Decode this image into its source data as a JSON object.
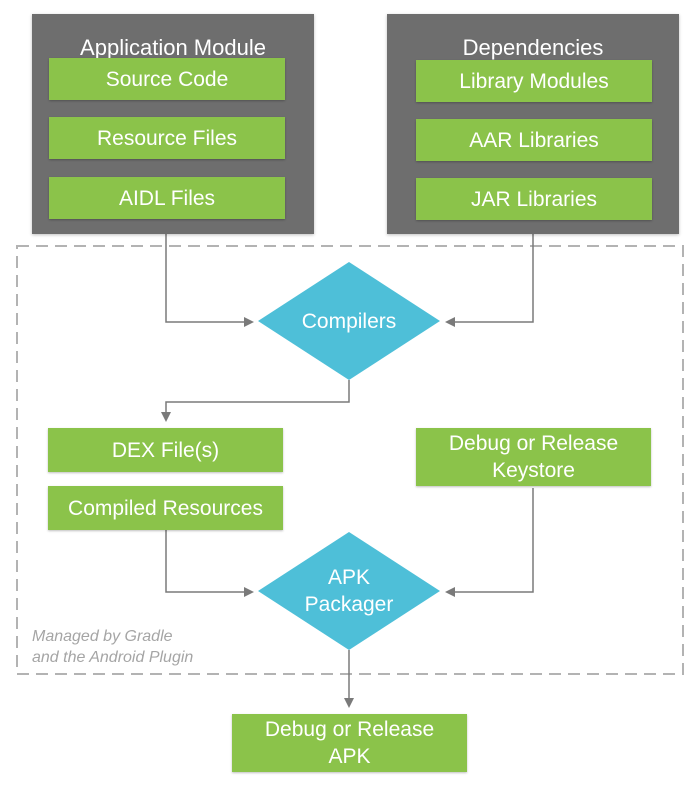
{
  "application_module": {
    "title": "Application Module",
    "items": [
      "Source Code",
      "Resource Files",
      "AIDL Files"
    ]
  },
  "dependencies": {
    "title": "Dependencies",
    "items": [
      "Library Modules",
      "AAR Libraries",
      "JAR Libraries"
    ]
  },
  "compilers": {
    "label": "Compilers"
  },
  "outputs": {
    "dex": "DEX File(s)",
    "compiled_resources": "Compiled Resources"
  },
  "keystore": {
    "line1": "Debug or Release",
    "line2": "Keystore"
  },
  "apk_packager": {
    "line1": "APK",
    "line2": "Packager"
  },
  "managed_note": {
    "line1": "Managed by Gradle",
    "line2": "and the Android Plugin"
  },
  "final_apk": {
    "line1": "Debug or Release",
    "line2": "APK"
  },
  "colors": {
    "panel": "#6e6e6e",
    "green": "#8bc34a",
    "diamond": "#4ebfd8",
    "arrow": "#7a7a7a",
    "dashed_border": "#b3b3b3"
  }
}
